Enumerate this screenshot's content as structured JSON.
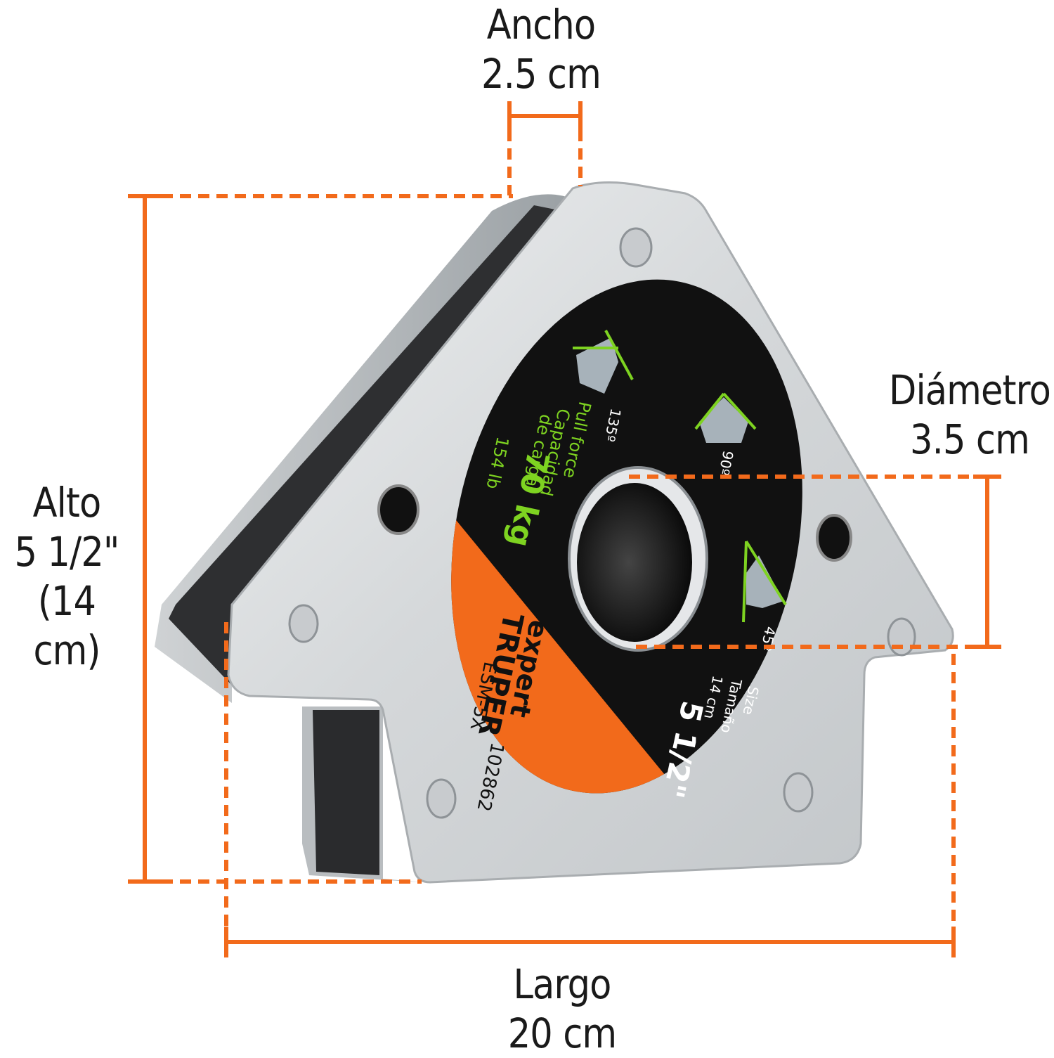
{
  "dimensions": {
    "ancho": {
      "label": "Ancho",
      "value": "2.5 cm"
    },
    "diametro": {
      "label": "Diámetro",
      "value": "3.5 cm"
    },
    "alto": {
      "label": "Alto",
      "value": "5 1/2\"",
      "value_metric": "(14 cm)"
    },
    "largo": {
      "label": "Largo",
      "value": "20 cm"
    }
  },
  "label_disc": {
    "capacity_kg": "70 kg",
    "capacity_lb": "154 lb",
    "capacity_es_line1": "Capacidad",
    "capacity_es_line2": "de carga",
    "capacity_en": "Pull force",
    "angle_135": "135º",
    "angle_90": "90º",
    "angle_45": "45º",
    "size_metric": "14 cm",
    "size_es": "Tamaño",
    "size_en": "Size",
    "size_value": "5 1/2\"",
    "brand": "TRUPER",
    "brand_line": "expert",
    "model": "ESM-5X",
    "code": "102862"
  },
  "colors": {
    "dimension_line": "#f26a1b",
    "label_orange": "#f26a1b",
    "label_black": "#111111",
    "text_green": "#7ed321",
    "metal": "#d8dadc"
  }
}
